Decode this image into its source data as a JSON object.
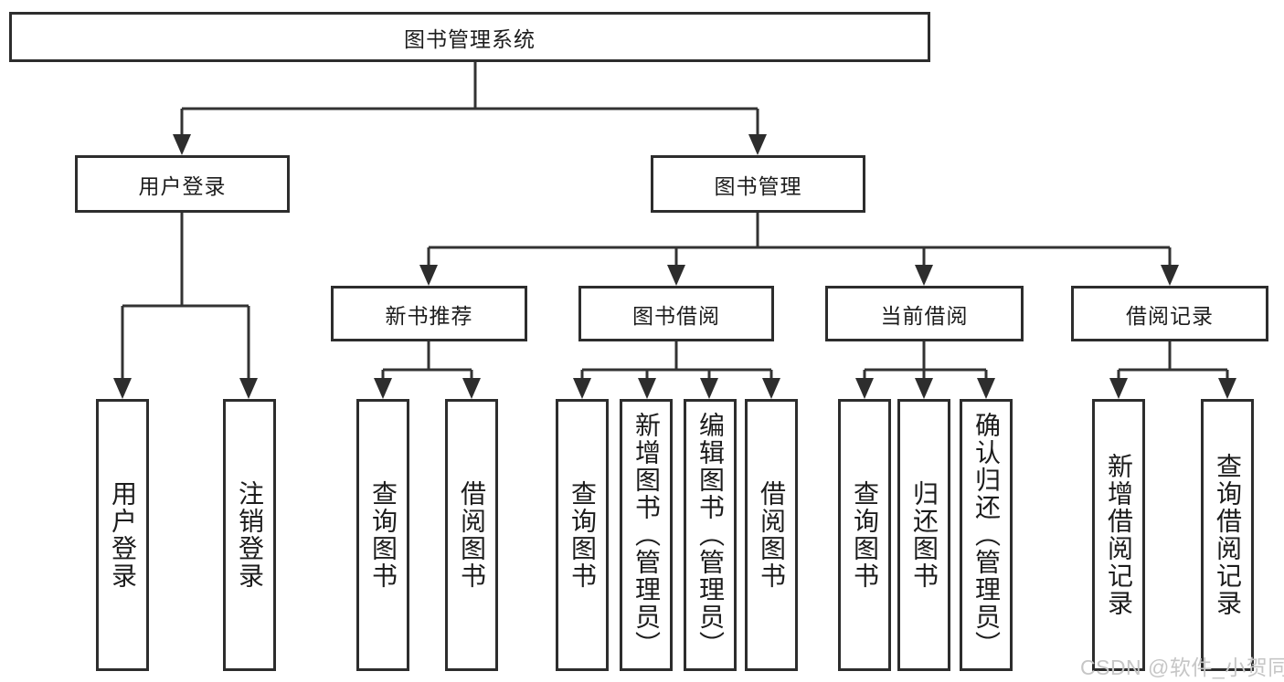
{
  "diagram": {
    "root": {
      "label": "图书管理系统"
    },
    "branches": [
      {
        "label": "用户登录",
        "children": [
          {
            "label": "用户登录"
          },
          {
            "label": "注销登录"
          }
        ]
      },
      {
        "label": "图书管理",
        "children": [
          {
            "label": "新书推荐",
            "children": [
              {
                "label": "查询图书"
              },
              {
                "label": "借阅图书"
              }
            ]
          },
          {
            "label": "图书借阅",
            "children": [
              {
                "label": "查询图书"
              },
              {
                "label": "新增图书（管理员）"
              },
              {
                "label": "编辑图书（管理员）"
              },
              {
                "label": "借阅图书"
              }
            ]
          },
          {
            "label": "当前借阅",
            "children": [
              {
                "label": "查询图书"
              },
              {
                "label": "归还图书"
              },
              {
                "label": "确认归还（管理员）"
              }
            ]
          },
          {
            "label": "借阅记录",
            "children": [
              {
                "label": "新增借阅记录"
              },
              {
                "label": "查询借阅记录"
              }
            ]
          }
        ]
      }
    ]
  },
  "watermark": {
    "text": "CSDN @软件_小贺同学"
  },
  "colors": {
    "line": "#333333",
    "border": "#2d2d2d",
    "text": "#1c1c1c",
    "watermark": "#c6c6c6",
    "background": "#ffffff"
  }
}
